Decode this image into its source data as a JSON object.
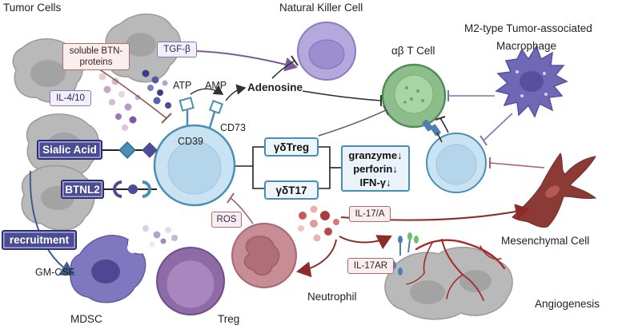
{
  "labels": {
    "tumor_cells": "Tumor Cells",
    "natural_killer_cell": "Natural Killer Cell",
    "ab_t_cell": "αβ T Cell",
    "m2_line1": "M2-type Tumor-associated",
    "m2_line2": "Macrophage",
    "atp": "ATP",
    "amp": "AMP",
    "adenosine": "Adenosine",
    "cd39": "CD39",
    "cd73": "CD73",
    "ros": "ROS",
    "gm_csf": "GM-CSF",
    "mdsc": "MDSC",
    "treg": "Treg",
    "neutrophil": "Neutrophil",
    "mesenchymal_cell": "Mesenchymal Cell",
    "angiogenesis": "Angiogenesis"
  },
  "boxes": {
    "soluble_btn_line1": "soluble BTN-",
    "soluble_btn_line2": "proteins",
    "tgf_beta": "TGF-β",
    "il_4_10": "IL-4/10",
    "sialic_acid": "Sialic Acid",
    "btnl2": "BTNL2",
    "recruitment": "recruitment",
    "gd_treg": "γδTreg",
    "gd_t17": "γδT17",
    "effector": [
      "granzyme↓",
      "perforin↓",
      "IFN-γ↓"
    ],
    "il_17a": "IL-17/A",
    "il_17ar": "IL-17AR"
  },
  "colors": {
    "tumor": "#b9b9b9",
    "gd_cell": "#c9e3f3",
    "gd_border": "#4a8fb3",
    "nk": "#b4a8dc",
    "ab_t": "#8dbd8a",
    "macrophage": "#6f69b5",
    "mesenchymal": "#8b3a36",
    "neutrophil": "#c78c94",
    "mdsc": "#7f78bf",
    "treg": "#8e6aa6",
    "inhibit": "#333333",
    "recruit_arrow": "#3b5e8c",
    "il17_arrow": "#8e2a2a"
  },
  "icons": [
    "receptor-icon",
    "diamond-receptor-icon",
    "cup-receptor-icon",
    "blood-vessel-icon"
  ]
}
